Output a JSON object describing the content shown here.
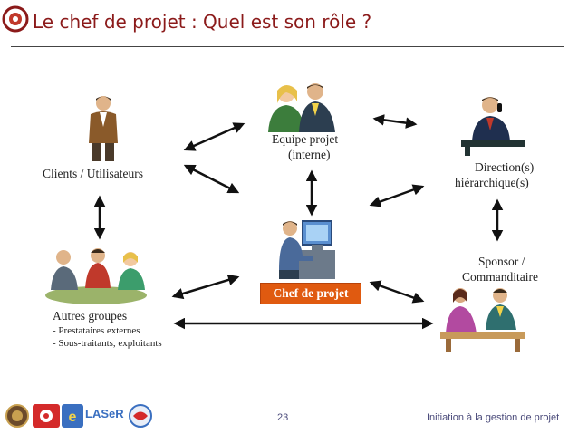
{
  "slide": {
    "title": "Le chef de projet : Quel est son rôle ?",
    "page_number": "23",
    "footer_text": "Initiation à la gestion de projet"
  },
  "diagram": {
    "nodes": {
      "clients": "Clients / Utilisateurs",
      "equipe_line1": "Equipe projet",
      "equipe_line2": "(interne)",
      "direction_line1": "Direction(s)",
      "direction_line2": "hiérarchique(s)",
      "chef": "Chef de projet",
      "sponsor_line1": "Sponsor /",
      "sponsor_line2": "Commanditaire",
      "autres": "Autres groupes",
      "autres_item1": "- Prestataires externes",
      "autres_item2": "- Sous-traitants, exploitants"
    }
  },
  "logos": {
    "laser_text": "LASeR"
  }
}
